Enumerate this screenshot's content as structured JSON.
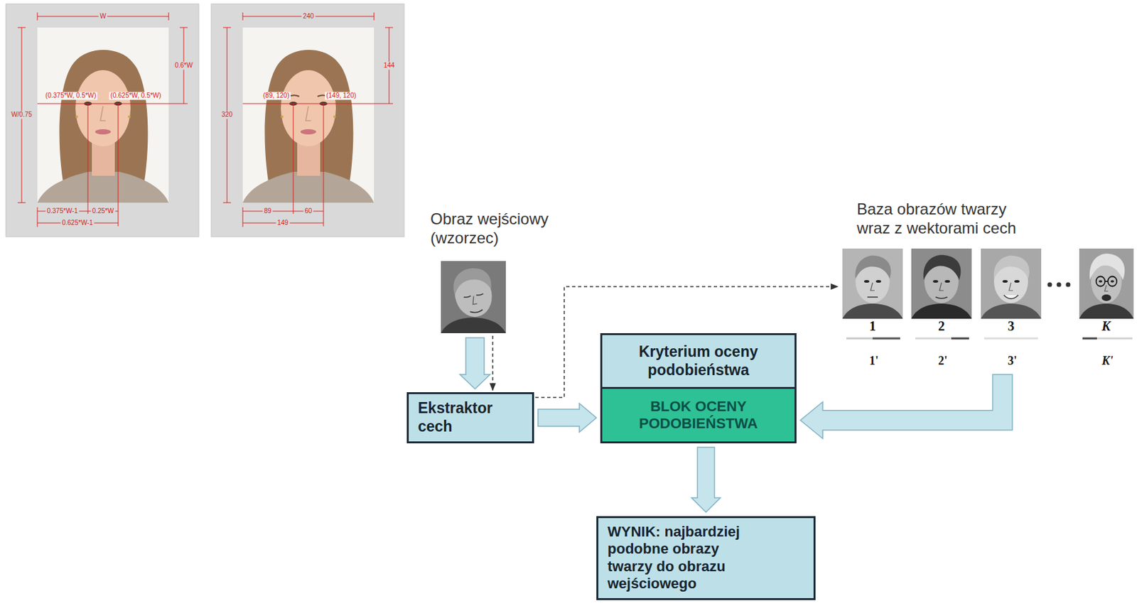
{
  "diagram": {
    "nodes": [
      {
        "text": [
          "Obraz wejściowy (wzorzec)"
        ]
      },
      {
        "text": [
          "Ekstraktor cech"
        ]
      },
      {
        "text": [
          "Kryterium oceny podobieństwa",
          "BLOK OCENY PODOBIEŃSTWA"
        ]
      },
      {
        "text": [
          "Baza obrazów twarzy wraz z wektorami cech"
        ]
      },
      {
        "text": [
          "WYNIK: najbardziej podobne obrazy twarzy do obrazu wejściowego"
        ]
      }
    ],
    "edges": [
      {
        "from": 0,
        "to": 1,
        "arrow": "to"
      },
      {
        "from": 0,
        "to": 1,
        "arrow": "to"
      },
      {
        "from": 1,
        "to": 2,
        "arrow": "to"
      },
      {
        "from": 1,
        "to": 3,
        "arrow": "to"
      },
      {
        "from": 3,
        "to": 2,
        "arrow": "to"
      },
      {
        "from": 2,
        "to": 4,
        "arrow": "to"
      }
    ],
    "labels": [
      "W",
      "0.6*W",
      "W/0.75",
      "(0.375*W, 0.5*W)",
      "(0.625*W, 0.5*W)",
      "0.375*W-1",
      "0.25*W",
      "0.625*W-1",
      "240",
      "144",
      "320",
      "(89, 120)",
      "(149, 120)",
      "89",
      "60",
      "149",
      "1",
      "2",
      "3",
      "K",
      "1'",
      "2'",
      "3'",
      "K'"
    ]
  }
}
